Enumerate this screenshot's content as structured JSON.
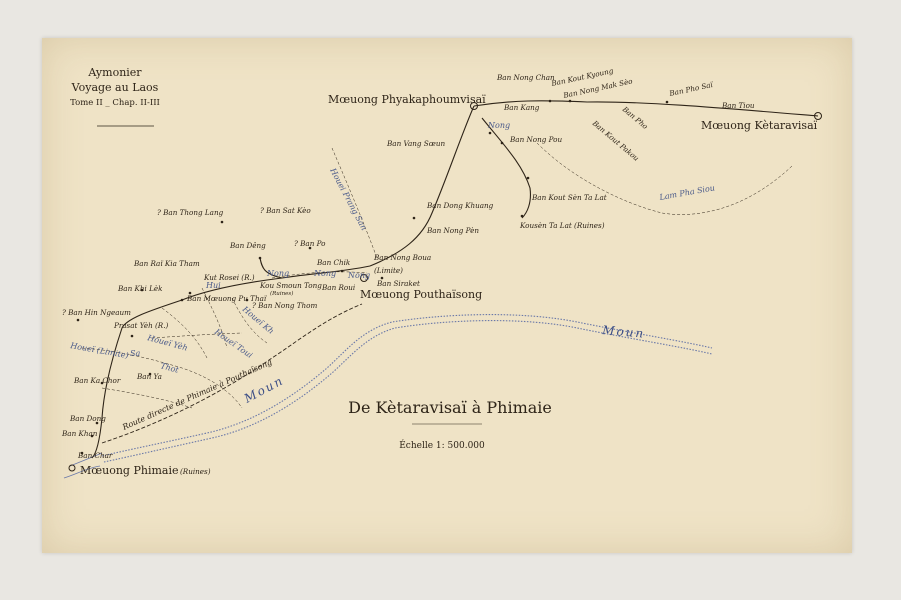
{
  "header": {
    "author": "Aymonier",
    "work": "Voyage au Laos",
    "volume": "Tome II _ Chap. II-III"
  },
  "map": {
    "title": "De Kètaravisaï à Phimaie",
    "scale": "Échelle 1: 500.000",
    "towns": [
      {
        "id": "phyakaphoumvisai",
        "name": "Mœuong Phyakaphoumvisaï"
      },
      {
        "id": "ketaravisai",
        "name": "Mœuong Kètaravisaï"
      },
      {
        "id": "pouthaisong",
        "name": "Mœuong Pouthaïsong"
      },
      {
        "id": "phimaie",
        "name": "Mœuong Phimaie",
        "note": "(Ruines)"
      }
    ],
    "villages": [
      {
        "id": "ban-nong-chan",
        "name": "Ban Nong Chan"
      },
      {
        "id": "ban-kout-kyoung",
        "name": "Ban Kout Kyoung"
      },
      {
        "id": "ban-nong-mak-seo",
        "name": "Ban Nong Mak Sèo"
      },
      {
        "id": "ban-pho-sai",
        "name": "Ban Pho Saï"
      },
      {
        "id": "ban-kang",
        "name": "Ban Kang"
      },
      {
        "id": "ban-tiou",
        "name": "Ban Tiou"
      },
      {
        "id": "ban-pho",
        "name": "Ban Pho"
      },
      {
        "id": "ban-kout-pakou",
        "name": "Ban Kout Pakou"
      },
      {
        "id": "nong",
        "name": "Nong"
      },
      {
        "id": "ban-nong-pou",
        "name": "Ban Nong Pou"
      },
      {
        "id": "ban-vang-soeun",
        "name": "Ban Vang Sœun"
      },
      {
        "id": "ban-kout-sen-ta-lat",
        "name": "Ban Kout Sèn Ta Lat"
      },
      {
        "id": "kousen-ta-lat",
        "name": "Kousèn Ta Lat (Ruines)"
      },
      {
        "id": "ban-dong-khuang",
        "name": "Ban Dong Khuang"
      },
      {
        "id": "ban-nong-pen",
        "name": "Ban Nong Pèn"
      },
      {
        "id": "ban-thong-lang",
        "name": "? Ban Thong Lang"
      },
      {
        "id": "ban-sat-keo",
        "name": "? Ban Sat Kèo"
      },
      {
        "id": "ban-deng",
        "name": "Ban Dêng"
      },
      {
        "id": "ban-po",
        "name": "? Ban Po"
      },
      {
        "id": "ban-nong-boua",
        "name": "Ban Nong Boua"
      },
      {
        "id": "ban-rai-kia-tham",
        "name": "Ban Raï Kia Tham"
      },
      {
        "id": "ban-chik",
        "name": "Ban Chik"
      },
      {
        "id": "limite-east",
        "name": "(Limite)"
      },
      {
        "id": "kut-rosei",
        "name": "Kut Rosei (R.)"
      },
      {
        "id": "ban-siraket",
        "name": "Ban Siraket"
      },
      {
        "id": "ban-khi-lek",
        "name": "Ban Khi Lèk"
      },
      {
        "id": "kou-smoun-tong",
        "name": "Kou Smoun Tong"
      },
      {
        "id": "kou-ruines",
        "name": "(Ruines)"
      },
      {
        "id": "ban-roui",
        "name": "Ban Roui"
      },
      {
        "id": "ban-moeuong-pu-thai",
        "name": "Ban Mœuong Pu Thaï"
      },
      {
        "id": "ban-nong-thom",
        "name": "? Ban Nong Thom"
      },
      {
        "id": "ban-hin-ngeaum",
        "name": "? Ban Hin Ngeaum"
      },
      {
        "id": "prasat-yeh",
        "name": "Prasat Yèh (R.)"
      },
      {
        "id": "ban-ka-chor",
        "name": "Ban Ka Chor"
      },
      {
        "id": "ban-ya",
        "name": "Ban Ya"
      },
      {
        "id": "ban-dong",
        "name": "Ban Dong"
      },
      {
        "id": "ban-khan",
        "name": "Ban Khan"
      },
      {
        "id": "ban-char",
        "name": "Ban Char"
      }
    ],
    "water_labels": [
      {
        "id": "moun-east",
        "name": "Moun"
      },
      {
        "id": "moun-west",
        "name": "Moun"
      },
      {
        "id": "houei-prang-san",
        "name": "Houei Prang San"
      },
      {
        "id": "lam-pha-siou",
        "name": "Lam Pha Siou"
      },
      {
        "id": "nong-a",
        "name": "Nong"
      },
      {
        "id": "nong-b",
        "name": "Nong"
      },
      {
        "id": "nong-c",
        "name": "Nong"
      },
      {
        "id": "hui-a",
        "name": "Hui"
      },
      {
        "id": "houei-toui",
        "name": "Houeï Toui"
      },
      {
        "id": "houei-yeh",
        "name": "Houeï Yèh"
      },
      {
        "id": "thot",
        "name": "Thot"
      },
      {
        "id": "limite-west",
        "name": "Houeï (Limite)"
      },
      {
        "id": "sa",
        "name": "Sa"
      },
      {
        "id": "houei-kh",
        "name": "Houeï Kh"
      }
    ],
    "route_labels": [
      {
        "id": "route-directe",
        "name": "Route directe de Phimaie à Pouthaïsong"
      }
    ]
  },
  "colors": {
    "paper": "#efe3c6",
    "ink": "#2e2418",
    "river": "#6a78a8",
    "mat": "#e9e7e2"
  }
}
